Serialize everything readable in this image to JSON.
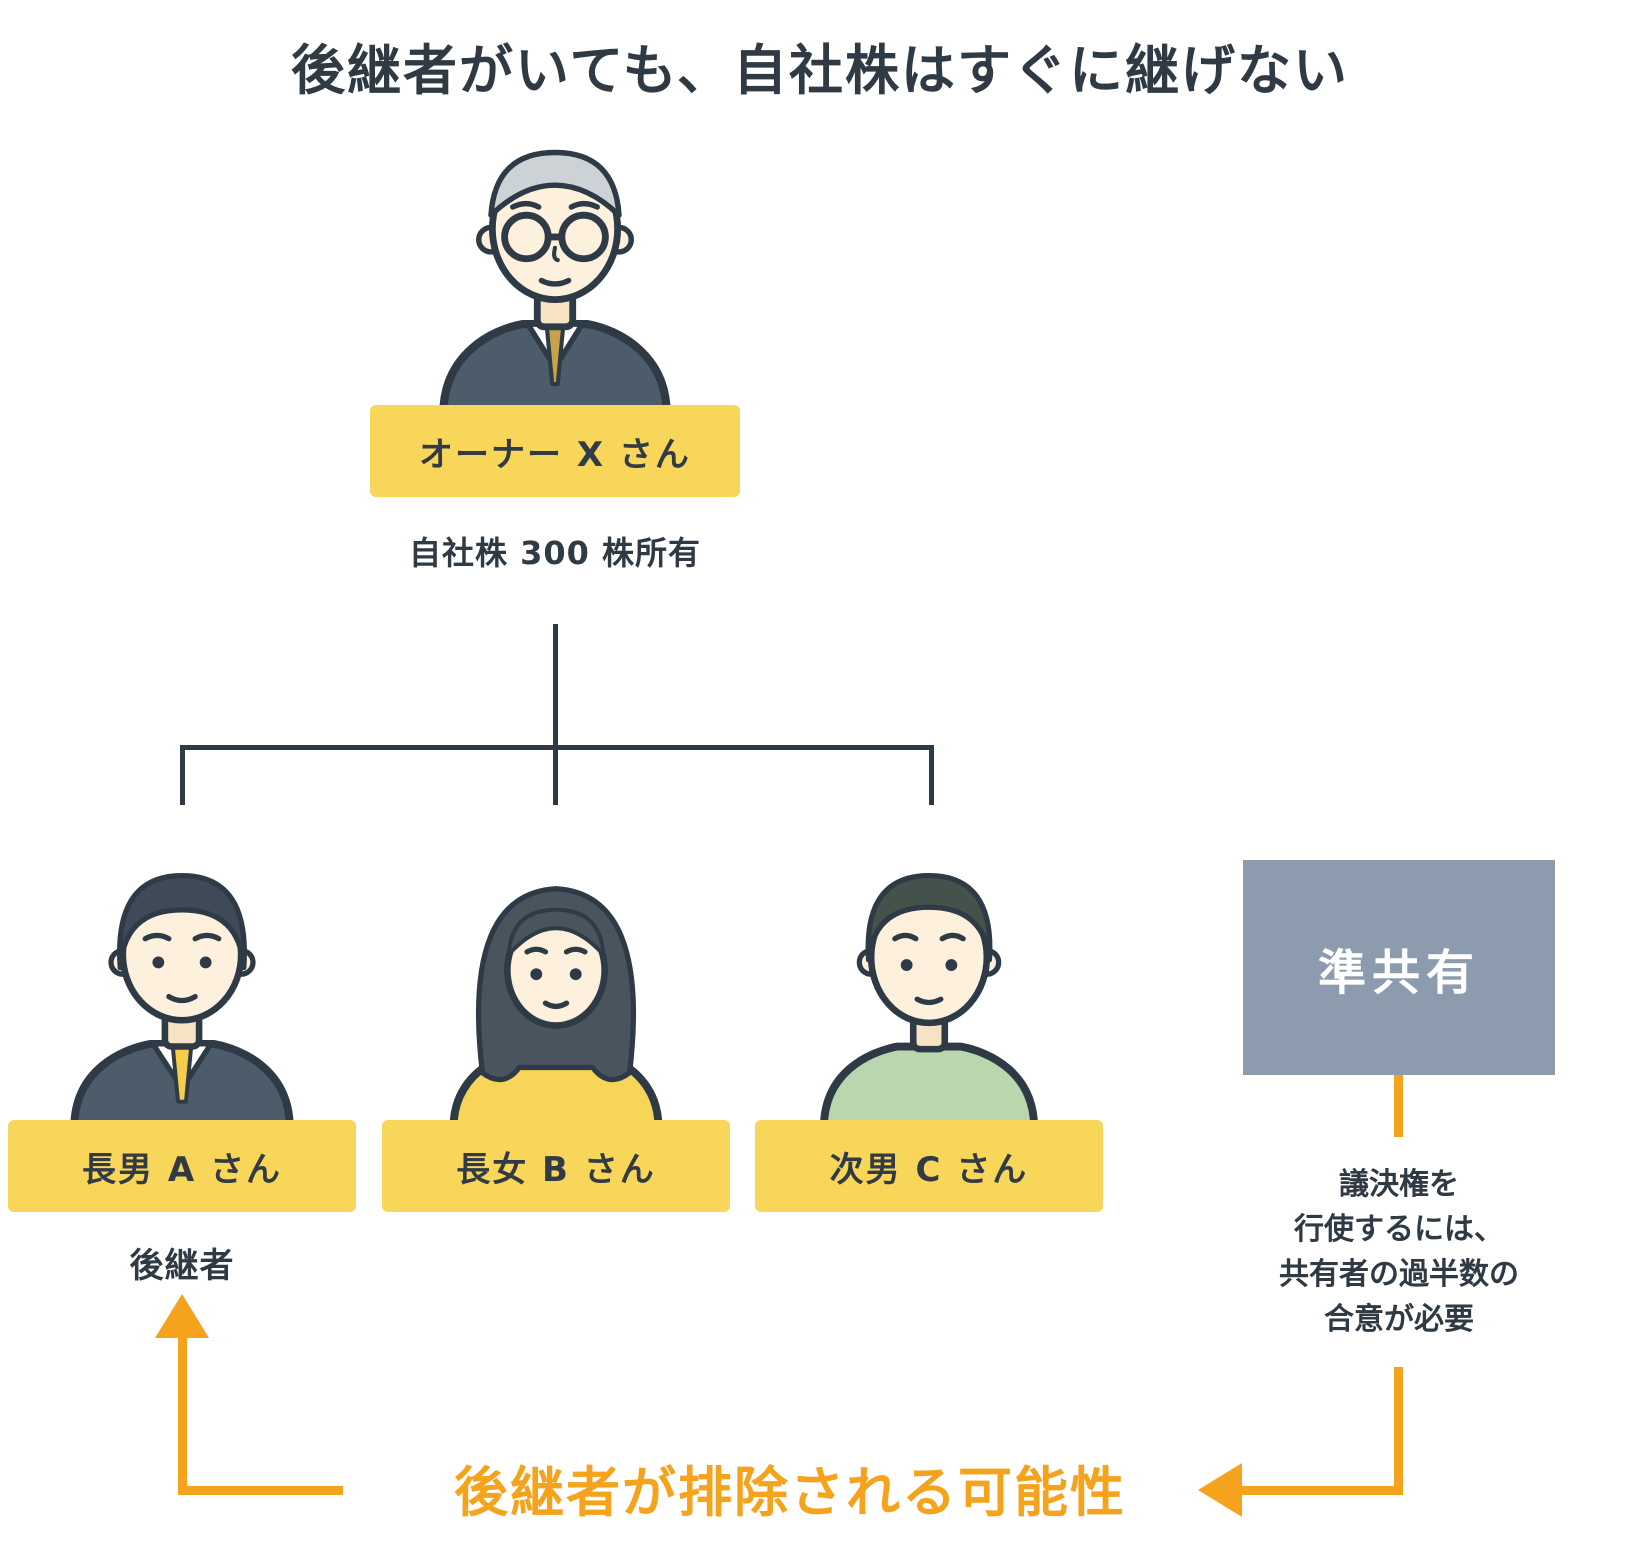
{
  "title": "後継者がいても、自社株はすぐに継げない",
  "owner": {
    "label": "オーナー X さん",
    "note": "自社株 300 株所有"
  },
  "children": [
    {
      "label": "長男 A さん",
      "note": "後継者"
    },
    {
      "label": "長女 B さん"
    },
    {
      "label": "次男 C さん"
    }
  ],
  "quasi_box": {
    "label": "準共有"
  },
  "voting_note": {
    "lines": [
      "議決権を",
      "行使するには、",
      "共有者の過半数の",
      "合意が必要"
    ]
  },
  "warning": {
    "label": "後継者が排除される可能性"
  },
  "colors": {
    "text": "#2f3a44",
    "label_yellow": "#f8d65a",
    "quasi_gray_blue": "#8c9cae",
    "accent_orange": "#f5a31d",
    "line_dark": "#2e3a46"
  }
}
